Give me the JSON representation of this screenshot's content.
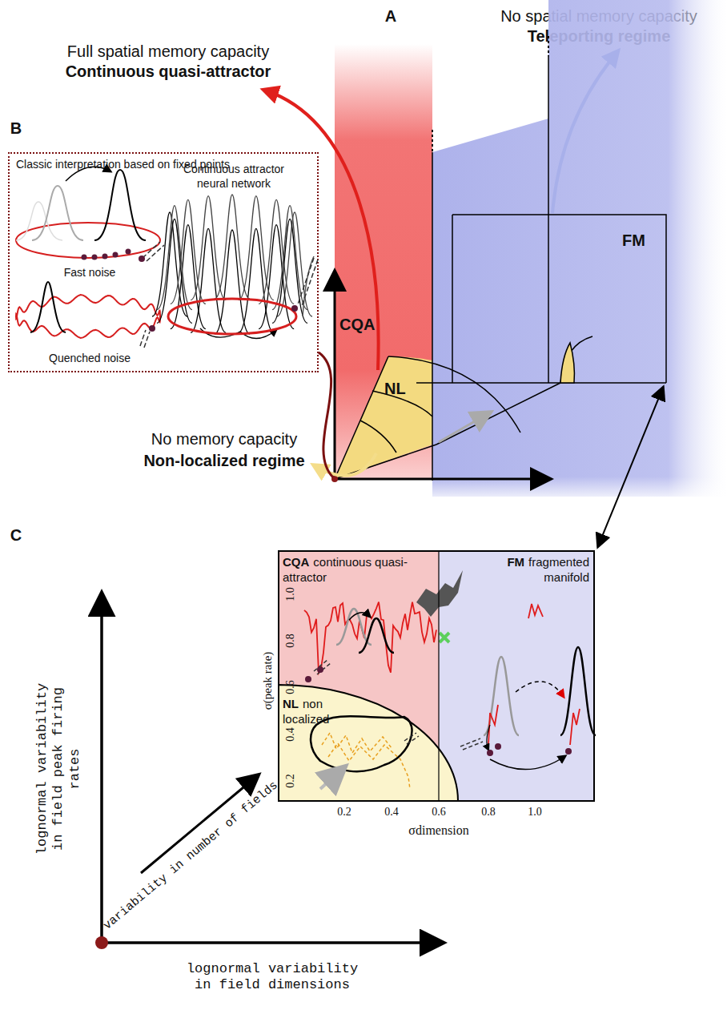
{
  "diagram": {
    "nodes": [
      {
        "text": [
          "Classic interpretation based on fixed points",
          "Fast noise",
          "Quenched noise",
          "Continuous attractor neural network"
        ]
      },
      {
        "text": [
          "CQA"
        ]
      },
      {
        "text": [
          "NL"
        ]
      },
      {
        "text": [
          "FM"
        ]
      },
      {
        "text": [
          "CQA",
          "continuous quasi-attractor"
        ]
      },
      {
        "text": [
          "FM",
          "fragmented manifold"
        ]
      },
      {
        "text": [
          "NL",
          "non localized"
        ]
      }
    ],
    "labels": [
      "A",
      "Full spatial memory capacity",
      "Continuous quasi-attractor",
      "No spatial memory capacity",
      "Teleporting regime",
      "B",
      "No memory capacity",
      "Non-localized regime",
      "C",
      "1.0",
      "0.8",
      "0.6",
      "0.4",
      "0.2",
      "σ(peak rate)",
      "0.2",
      "0.4",
      "0.6",
      "0.8",
      "1.0",
      "σdimension",
      "lognormal variability in field peak firing rates",
      "variability in number of fields",
      "lognormal variability in field dimensions"
    ]
  }
}
